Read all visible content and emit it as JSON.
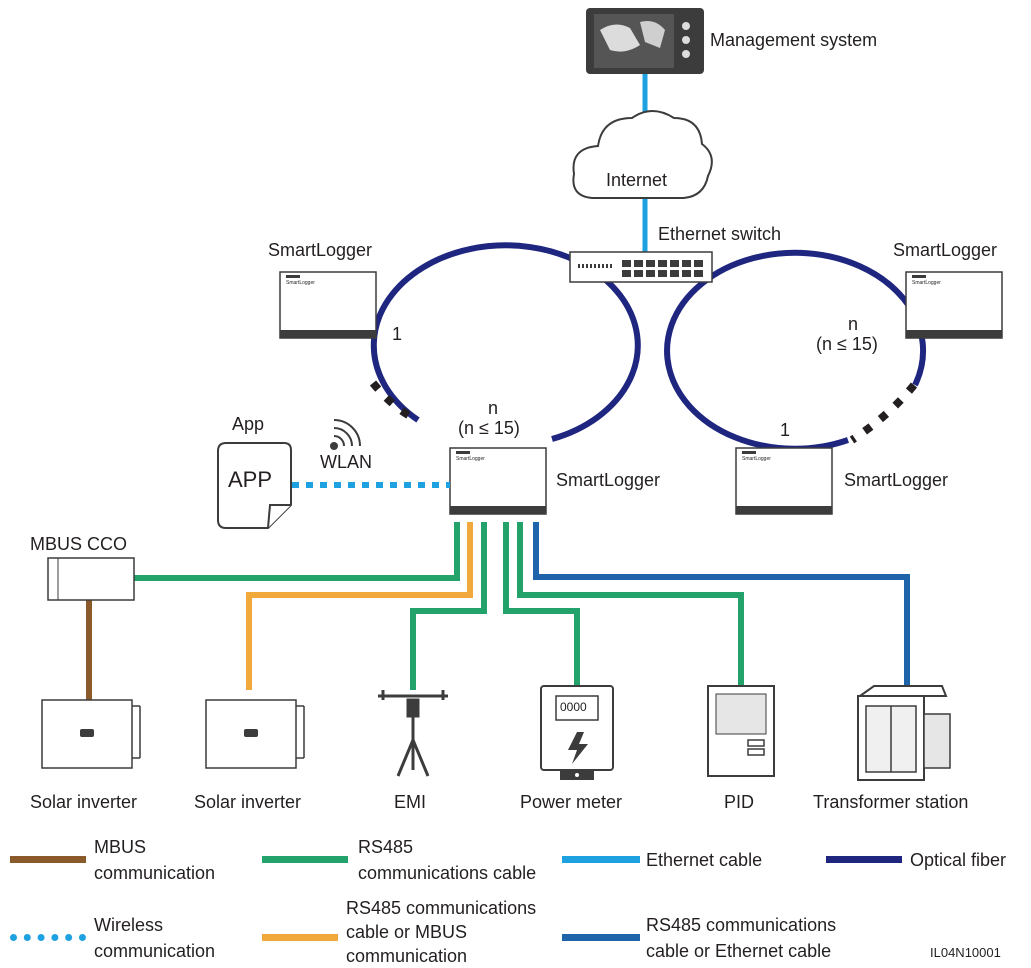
{
  "colors": {
    "mbus": "#8b5a2b",
    "rs485": "#23a26b",
    "ethernet": "#1ea1e0",
    "optical": "#1f2680",
    "wireless": "#1ea1e0",
    "rs485_or_mbus": "#f2a93b",
    "rs485_or_ethernet": "#1f63ab",
    "device_stroke": "#3c3c3c",
    "device_fill": "#ffffff"
  },
  "labels": {
    "management_system": "Management system",
    "internet": "Internet",
    "ethernet_switch": "Ethernet switch",
    "smartlogger_top_left": "SmartLogger",
    "smartlogger_top_right": "SmartLogger",
    "smartlogger_center": "SmartLogger",
    "smartlogger_bottom_right": "SmartLogger",
    "ring_left_1": "1",
    "ring_left_n": "n",
    "ring_left_n_limit": "(n ≤ 15)",
    "ring_right_1": "1",
    "ring_right_n": "n",
    "ring_right_n_limit": "(n ≤ 15)",
    "app": "App",
    "app_icon_text": "APP",
    "wlan": "WLAN",
    "mbus_cco": "MBUS CCO",
    "solar_inverter_1": "Solar inverter",
    "solar_inverter_2": "Solar inverter",
    "emi": "EMI",
    "power_meter": "Power meter",
    "pid": "PID",
    "transformer_station": "Transformer station",
    "meter_digits": "0000",
    "device_brand": "SmartLogger",
    "figure_id": "IL04N10001"
  },
  "legend": [
    {
      "key": "mbus",
      "text": "MBUS\ncommunication"
    },
    {
      "key": "rs485",
      "text": "RS485\ncommunications cable"
    },
    {
      "key": "ethernet",
      "text": "Ethernet cable"
    },
    {
      "key": "optical",
      "text": "Optical fiber"
    },
    {
      "key": "wireless",
      "text": "Wireless\ncommunication"
    },
    {
      "key": "rs485_or_mbus",
      "text": "RS485 communications\ncable or MBUS\ncommunication"
    },
    {
      "key": "rs485_or_ethernet",
      "text": "RS485 communications\ncable or Ethernet cable"
    }
  ]
}
